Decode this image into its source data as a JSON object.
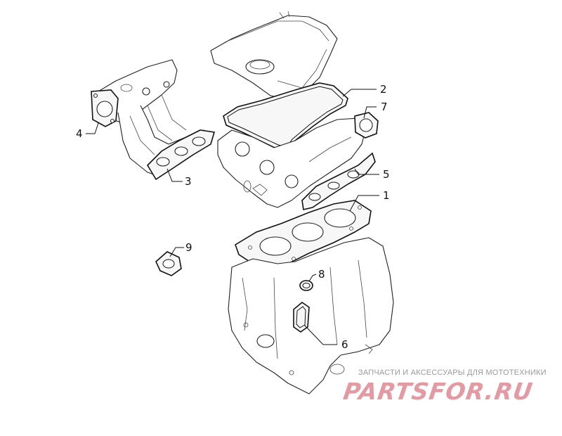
{
  "callouts": [
    {
      "id": "1",
      "label": "1"
    },
    {
      "id": "2",
      "label": "2"
    },
    {
      "id": "3",
      "label": "3"
    },
    {
      "id": "4",
      "label": "4"
    },
    {
      "id": "5",
      "label": "5"
    },
    {
      "id": "6",
      "label": "6"
    },
    {
      "id": "7",
      "label": "7"
    },
    {
      "id": "8",
      "label": "8"
    },
    {
      "id": "9",
      "label": "9"
    }
  ],
  "watermark": {
    "caption": "ЗАПЧАСТИ И АКСЕССУАРЫ ДЛЯ МОТОТЕХНИКИ",
    "logo": "PARTSFOR.RU",
    "color": "#e39aa3"
  }
}
